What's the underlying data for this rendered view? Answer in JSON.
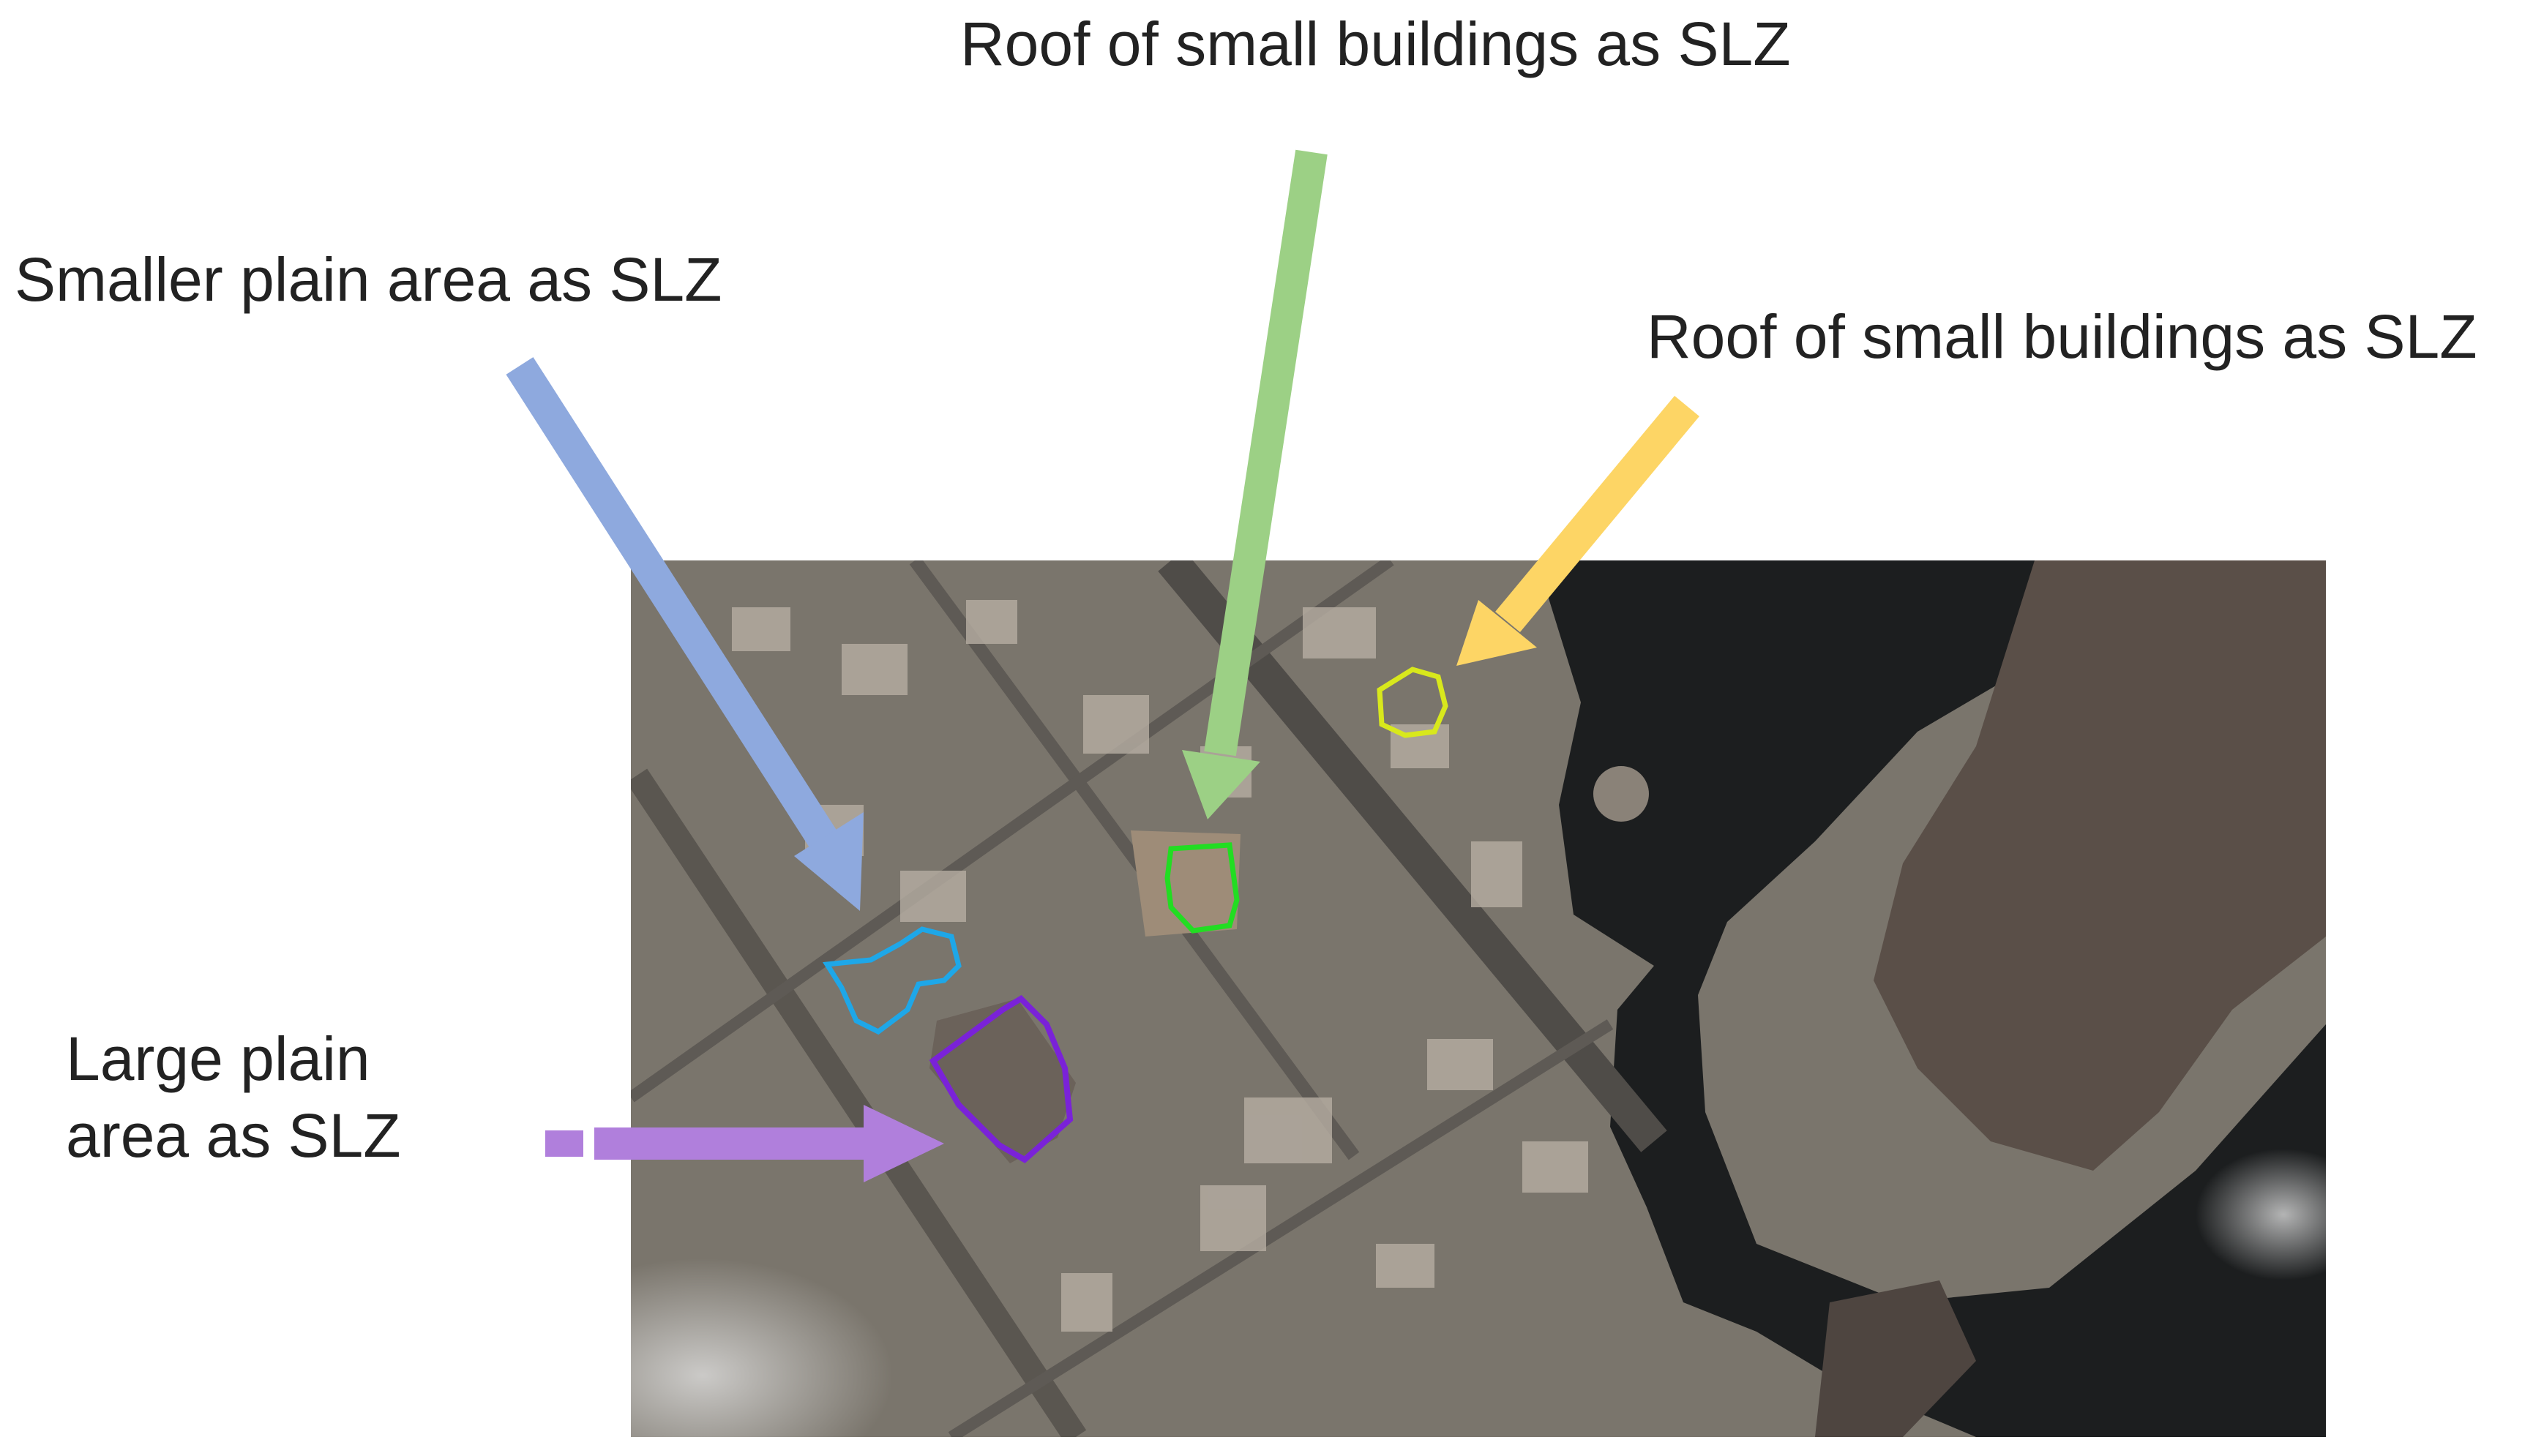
{
  "annotations": {
    "top_green": "Roof of small buildings as SLZ",
    "left_blue": "Smaller plain area as SLZ",
    "right_yellow": "Roof of small buildings as SLZ",
    "large_purple_line1": "Large plain",
    "large_purple_line2": "area as SLZ"
  },
  "colors": {
    "arrow_green": "#9cd085",
    "arrow_blue": "#8ea9de",
    "arrow_yellow": "#fdd565",
    "arrow_purple": "#b07fdc",
    "outline_green": "#22dd22",
    "outline_blue": "#1ea7e8",
    "outline_yellow": "#d8e81c",
    "outline_purple": "#7a22d8"
  }
}
